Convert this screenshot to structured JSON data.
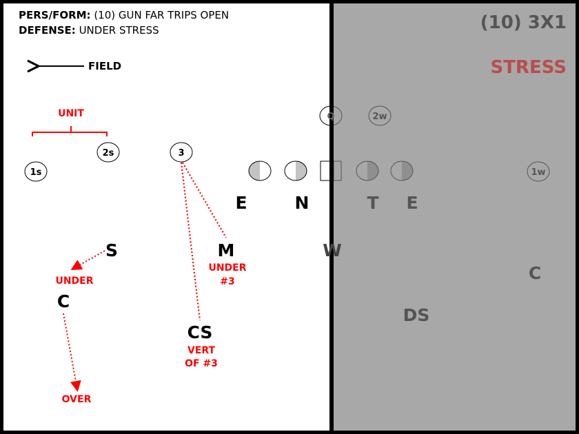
{
  "header": {
    "pers_form_label": "PERS/FORM:",
    "pers_form_value": "(10) GUN FAR TRIPS OPEN",
    "defense_label": "DEFENSE:",
    "defense_value": "UNDER STRESS"
  },
  "right_tags": {
    "personnel": "(10) 3X1",
    "call": "STRESS"
  },
  "field_indicator": {
    "label": "FIELD",
    "icon": "arrow-left-icon"
  },
  "bracket_label": "UNIT",
  "offense": {
    "1s": "1s",
    "2s": "2s",
    "3": "3",
    "q": "Q",
    "2w": "2w",
    "1w": "1w"
  },
  "defense": {
    "e1": "E",
    "n": "N",
    "t": "T",
    "e2": "E",
    "s": "S",
    "m": "M",
    "w": "W",
    "c_boundary": "C",
    "ds": "DS",
    "c_field": "C",
    "cs": "CS"
  },
  "assignments": {
    "s": "UNDER",
    "m_line1": "UNDER",
    "m_line2": "#3",
    "cs_line1": "VERT",
    "cs_line2": "OF #3",
    "c": "OVER"
  },
  "colors": {
    "assignment": "#ff0000",
    "overlay": "#a8a8a8",
    "stress": "#c04a4a"
  }
}
